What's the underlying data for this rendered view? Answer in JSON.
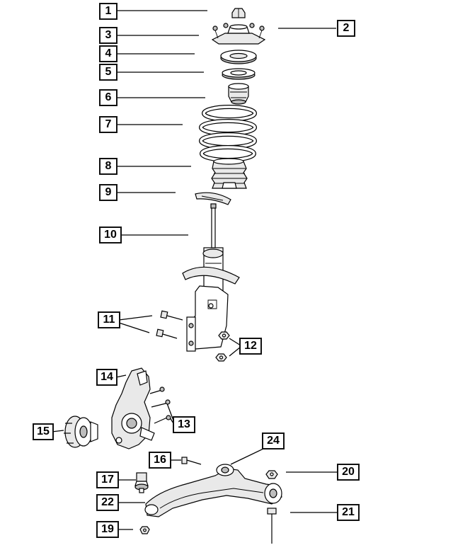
{
  "diagram": {
    "callouts": [
      {
        "id": "c1",
        "label": "1"
      },
      {
        "id": "c2",
        "label": "2"
      },
      {
        "id": "c3",
        "label": "3"
      },
      {
        "id": "c4",
        "label": "4"
      },
      {
        "id": "c5",
        "label": "5"
      },
      {
        "id": "c6",
        "label": "6"
      },
      {
        "id": "c7",
        "label": "7"
      },
      {
        "id": "c8",
        "label": "8"
      },
      {
        "id": "c9",
        "label": "9"
      },
      {
        "id": "c10",
        "label": "10"
      },
      {
        "id": "c11",
        "label": "11"
      },
      {
        "id": "c12",
        "label": "12"
      },
      {
        "id": "c13",
        "label": "13"
      },
      {
        "id": "c14",
        "label": "14"
      },
      {
        "id": "c15",
        "label": "15"
      },
      {
        "id": "c16",
        "label": "16"
      },
      {
        "id": "c17",
        "label": "17"
      },
      {
        "id": "c19",
        "label": "19"
      },
      {
        "id": "c20",
        "label": "20"
      },
      {
        "id": "c21",
        "label": "21"
      },
      {
        "id": "c22",
        "label": "22"
      },
      {
        "id": "c24",
        "label": "24"
      }
    ]
  }
}
